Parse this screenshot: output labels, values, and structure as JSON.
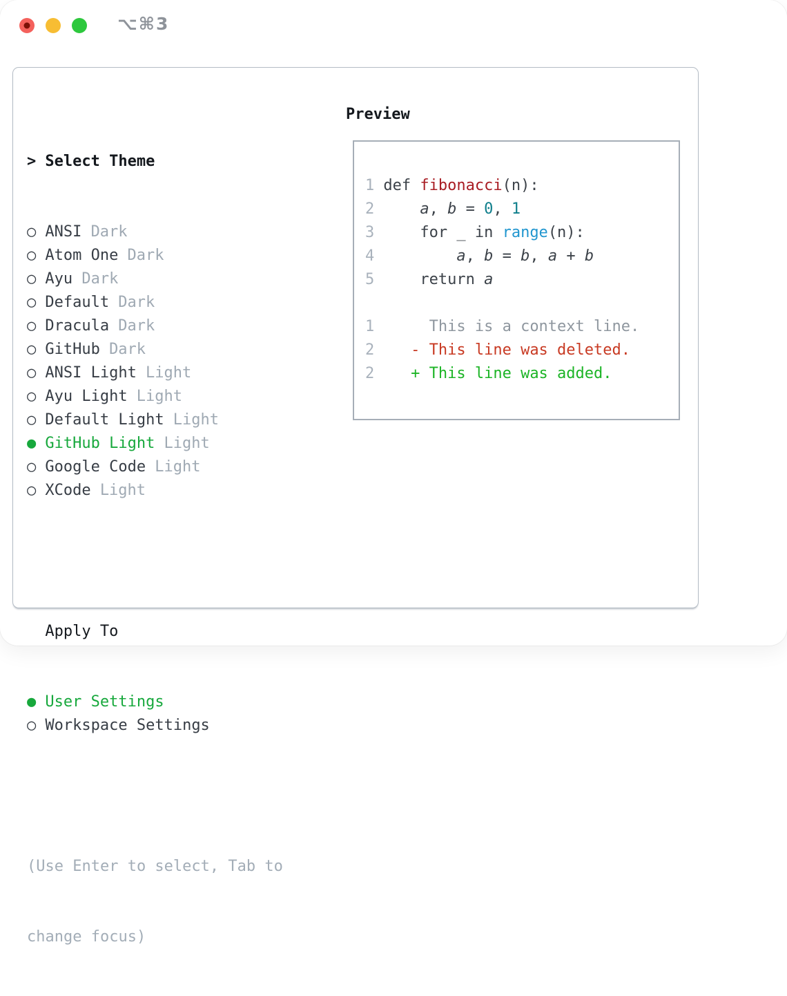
{
  "window": {
    "shortcut_label": "⌥⌘3"
  },
  "colors": {
    "accent_green": "#17a83c",
    "light_close": "#f4615c",
    "light_close_dot": "#7c1006",
    "light_minimize": "#f7bd33",
    "light_zoom": "#2dc83d",
    "code_function_red": "#a81c23",
    "code_number_teal": "#0e7e8b",
    "code_call_blue": "#2196cf",
    "diff_deleted_red": "#c83a23",
    "diff_added_green": "#1cb426"
  },
  "theme_picker": {
    "header_prefix": ">",
    "header_label": "Select Theme",
    "bullet_selected": "●",
    "bullet_unselected": "○",
    "items": [
      {
        "name": "ANSI",
        "tag": "Dark",
        "selected": false
      },
      {
        "name": "Atom One",
        "tag": "Dark",
        "selected": false
      },
      {
        "name": "Ayu",
        "tag": "Dark",
        "selected": false
      },
      {
        "name": "Default",
        "tag": "Dark",
        "selected": false
      },
      {
        "name": "Dracula",
        "tag": "Dark",
        "selected": false
      },
      {
        "name": "GitHub",
        "tag": "Dark",
        "selected": false
      },
      {
        "name": "ANSI Light",
        "tag": "Light",
        "selected": false
      },
      {
        "name": "Ayu Light",
        "tag": "Light",
        "selected": false
      },
      {
        "name": "Default Light",
        "tag": "Light",
        "selected": false
      },
      {
        "name": "GitHub Light",
        "tag": "Light",
        "selected": true
      },
      {
        "name": "Google Code",
        "tag": "Light",
        "selected": false
      },
      {
        "name": "XCode",
        "tag": "Light",
        "selected": false
      }
    ],
    "apply_to_label": "Apply To",
    "apply_options": [
      {
        "name": "User Settings",
        "selected": true
      },
      {
        "name": "Workspace Settings",
        "selected": false
      }
    ],
    "hint_lines": [
      "(Use Enter to select, Tab to",
      "change focus)"
    ]
  },
  "preview": {
    "label": "Preview",
    "code_lines": [
      {
        "num": "1",
        "tokens": [
          {
            "t": "def ",
            "s": "plain"
          },
          {
            "t": "fibonacci",
            "s": "fn"
          },
          {
            "t": "(n):",
            "s": "plain"
          }
        ]
      },
      {
        "num": "2",
        "tokens": [
          {
            "t": "    ",
            "s": "plain"
          },
          {
            "t": "a",
            "s": "var"
          },
          {
            "t": ", ",
            "s": "plain"
          },
          {
            "t": "b",
            "s": "var"
          },
          {
            "t": " = ",
            "s": "plain"
          },
          {
            "t": "0",
            "s": "num"
          },
          {
            "t": ", ",
            "s": "plain"
          },
          {
            "t": "1",
            "s": "num"
          }
        ]
      },
      {
        "num": "3",
        "tokens": [
          {
            "t": "    for _ in ",
            "s": "plain"
          },
          {
            "t": "range",
            "s": "call"
          },
          {
            "t": "(n):",
            "s": "plain"
          }
        ]
      },
      {
        "num": "4",
        "tokens": [
          {
            "t": "        ",
            "s": "plain"
          },
          {
            "t": "a",
            "s": "var"
          },
          {
            "t": ", ",
            "s": "plain"
          },
          {
            "t": "b",
            "s": "var"
          },
          {
            "t": " = ",
            "s": "plain"
          },
          {
            "t": "b",
            "s": "var"
          },
          {
            "t": ", ",
            "s": "plain"
          },
          {
            "t": "a",
            "s": "var"
          },
          {
            "t": " + ",
            "s": "plain"
          },
          {
            "t": "b",
            "s": "var"
          }
        ]
      },
      {
        "num": "5",
        "tokens": [
          {
            "t": "    return ",
            "s": "plain"
          },
          {
            "t": "a",
            "s": "var"
          }
        ]
      },
      {
        "num": "",
        "tokens": []
      },
      {
        "num": "1",
        "tokens": [
          {
            "t": "     This is a context line.",
            "s": "ctx"
          }
        ]
      },
      {
        "num": "2",
        "tokens": [
          {
            "t": "   - This line was deleted.",
            "s": "del"
          }
        ]
      },
      {
        "num": "2",
        "tokens": [
          {
            "t": "   + This line was added.",
            "s": "add"
          }
        ]
      }
    ]
  }
}
